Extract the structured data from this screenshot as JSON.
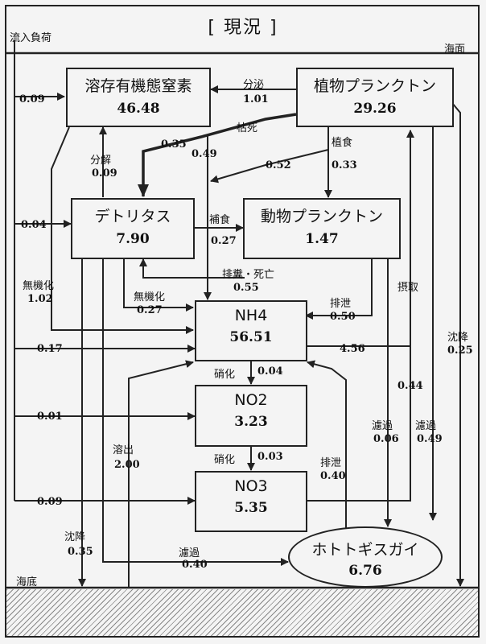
{
  "header": {
    "title": "[ 現況 ]"
  },
  "boundaries": {
    "inflow_load": "流入負荷",
    "sea_surface": "海面",
    "sea_bottom": "海底"
  },
  "nodes": {
    "don": {
      "name": "溶存有機態窒素",
      "value": "46.48"
    },
    "phyto": {
      "name": "植物プランクトン",
      "value": "29.26"
    },
    "detritus": {
      "name": "デトリタス",
      "value": "7.90"
    },
    "zoo": {
      "name": "動物プランクトン",
      "value": "1.47"
    },
    "nh4": {
      "name": "NH4",
      "value": "56.51"
    },
    "no2": {
      "name": "NO2",
      "value": "3.23"
    },
    "no3": {
      "name": "NO3",
      "value": "5.35"
    },
    "clam": {
      "name": "ホトトギスガイ",
      "value": "6.76"
    }
  },
  "flows": {
    "secretion": {
      "label": "分泌",
      "value": "1.01"
    },
    "withering": {
      "label": "枯死"
    },
    "withering_det": {
      "value": "0.35"
    },
    "withering_nh4": {
      "value": "0.49"
    },
    "grazing": {
      "label": "植食"
    },
    "grazing_det": {
      "value": "0.52"
    },
    "grazing_zoo": {
      "value": "0.33"
    },
    "decomposition": {
      "label": "分解",
      "value": "0.09"
    },
    "predation": {
      "label": "補食",
      "value": "0.27"
    },
    "excretion_death": {
      "label": "排糞・死亡",
      "value": "0.55"
    },
    "mineral_don": {
      "label": "無機化",
      "value": "1.02"
    },
    "mineral_det": {
      "label": "無機化",
      "value": "0.27"
    },
    "zoo_excretion": {
      "label": "排泄",
      "value": "0.50"
    },
    "uptake": {
      "label": "摂取",
      "nh4_value": "4.56",
      "no3_value": "0.44"
    },
    "sinking_phyto": {
      "label": "沈降",
      "value": "0.25"
    },
    "nitrif_1": {
      "label": "硝化",
      "value": "0.04"
    },
    "nitrif_2": {
      "label": "硝化",
      "value": "0.03"
    },
    "filter_zoo": {
      "label": "濾過",
      "value": "0.06"
    },
    "filter_phyto": {
      "label": "濾過",
      "value": "0.49"
    },
    "filter_det": {
      "label": "濾過",
      "value": "0.40"
    },
    "clam_excretion": {
      "label": "排泄",
      "value": "0.40"
    },
    "dissolution": {
      "label": "溶出",
      "value": "2.00"
    },
    "sinking_det": {
      "label": "沈降",
      "value": "0.35"
    },
    "inflow_don": {
      "value": "0.09"
    },
    "inflow_det": {
      "value": "0.04"
    },
    "inflow_nh4": {
      "value": "0.17"
    },
    "inflow_no2": {
      "value": "0.01"
    },
    "inflow_no3": {
      "value": "0.09"
    }
  }
}
